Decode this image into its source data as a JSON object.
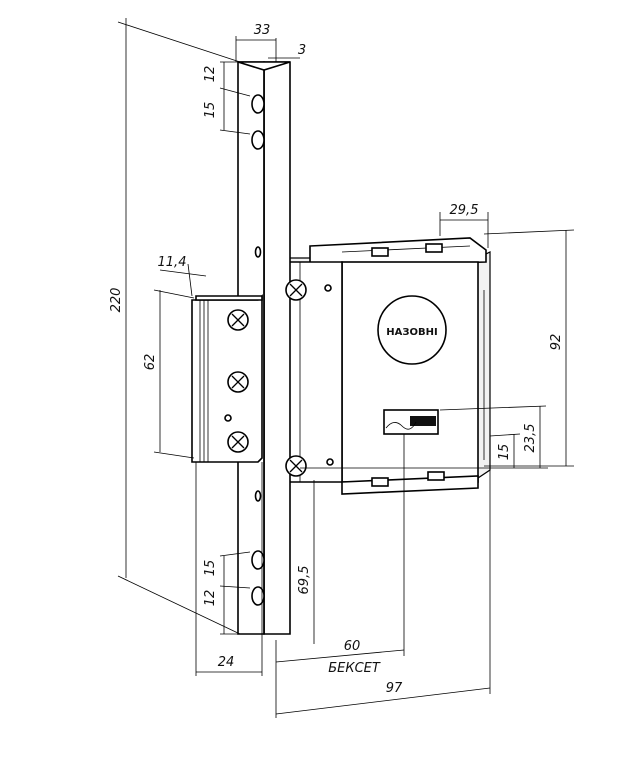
{
  "drawing": {
    "label_outside": "НАЗОВНІ",
    "backset_label": "БЕКСЕТ"
  },
  "dimensions": {
    "total_height": "220",
    "plate_width": "33",
    "plate_thickness": "3",
    "top_hole_offset": "12",
    "top_hole_spacing": "15",
    "box_depth": "29,5",
    "strike_depth": "11,4",
    "strike_height": "62",
    "box_height": "92",
    "cylinder_offset": "23,5",
    "cylinder_height": "15",
    "screw_to_bottom": "69,5",
    "bottom_hole_spacing": "15",
    "bottom_hole_offset": "12",
    "strike_width": "24",
    "backset": "60",
    "total_depth": "97"
  }
}
